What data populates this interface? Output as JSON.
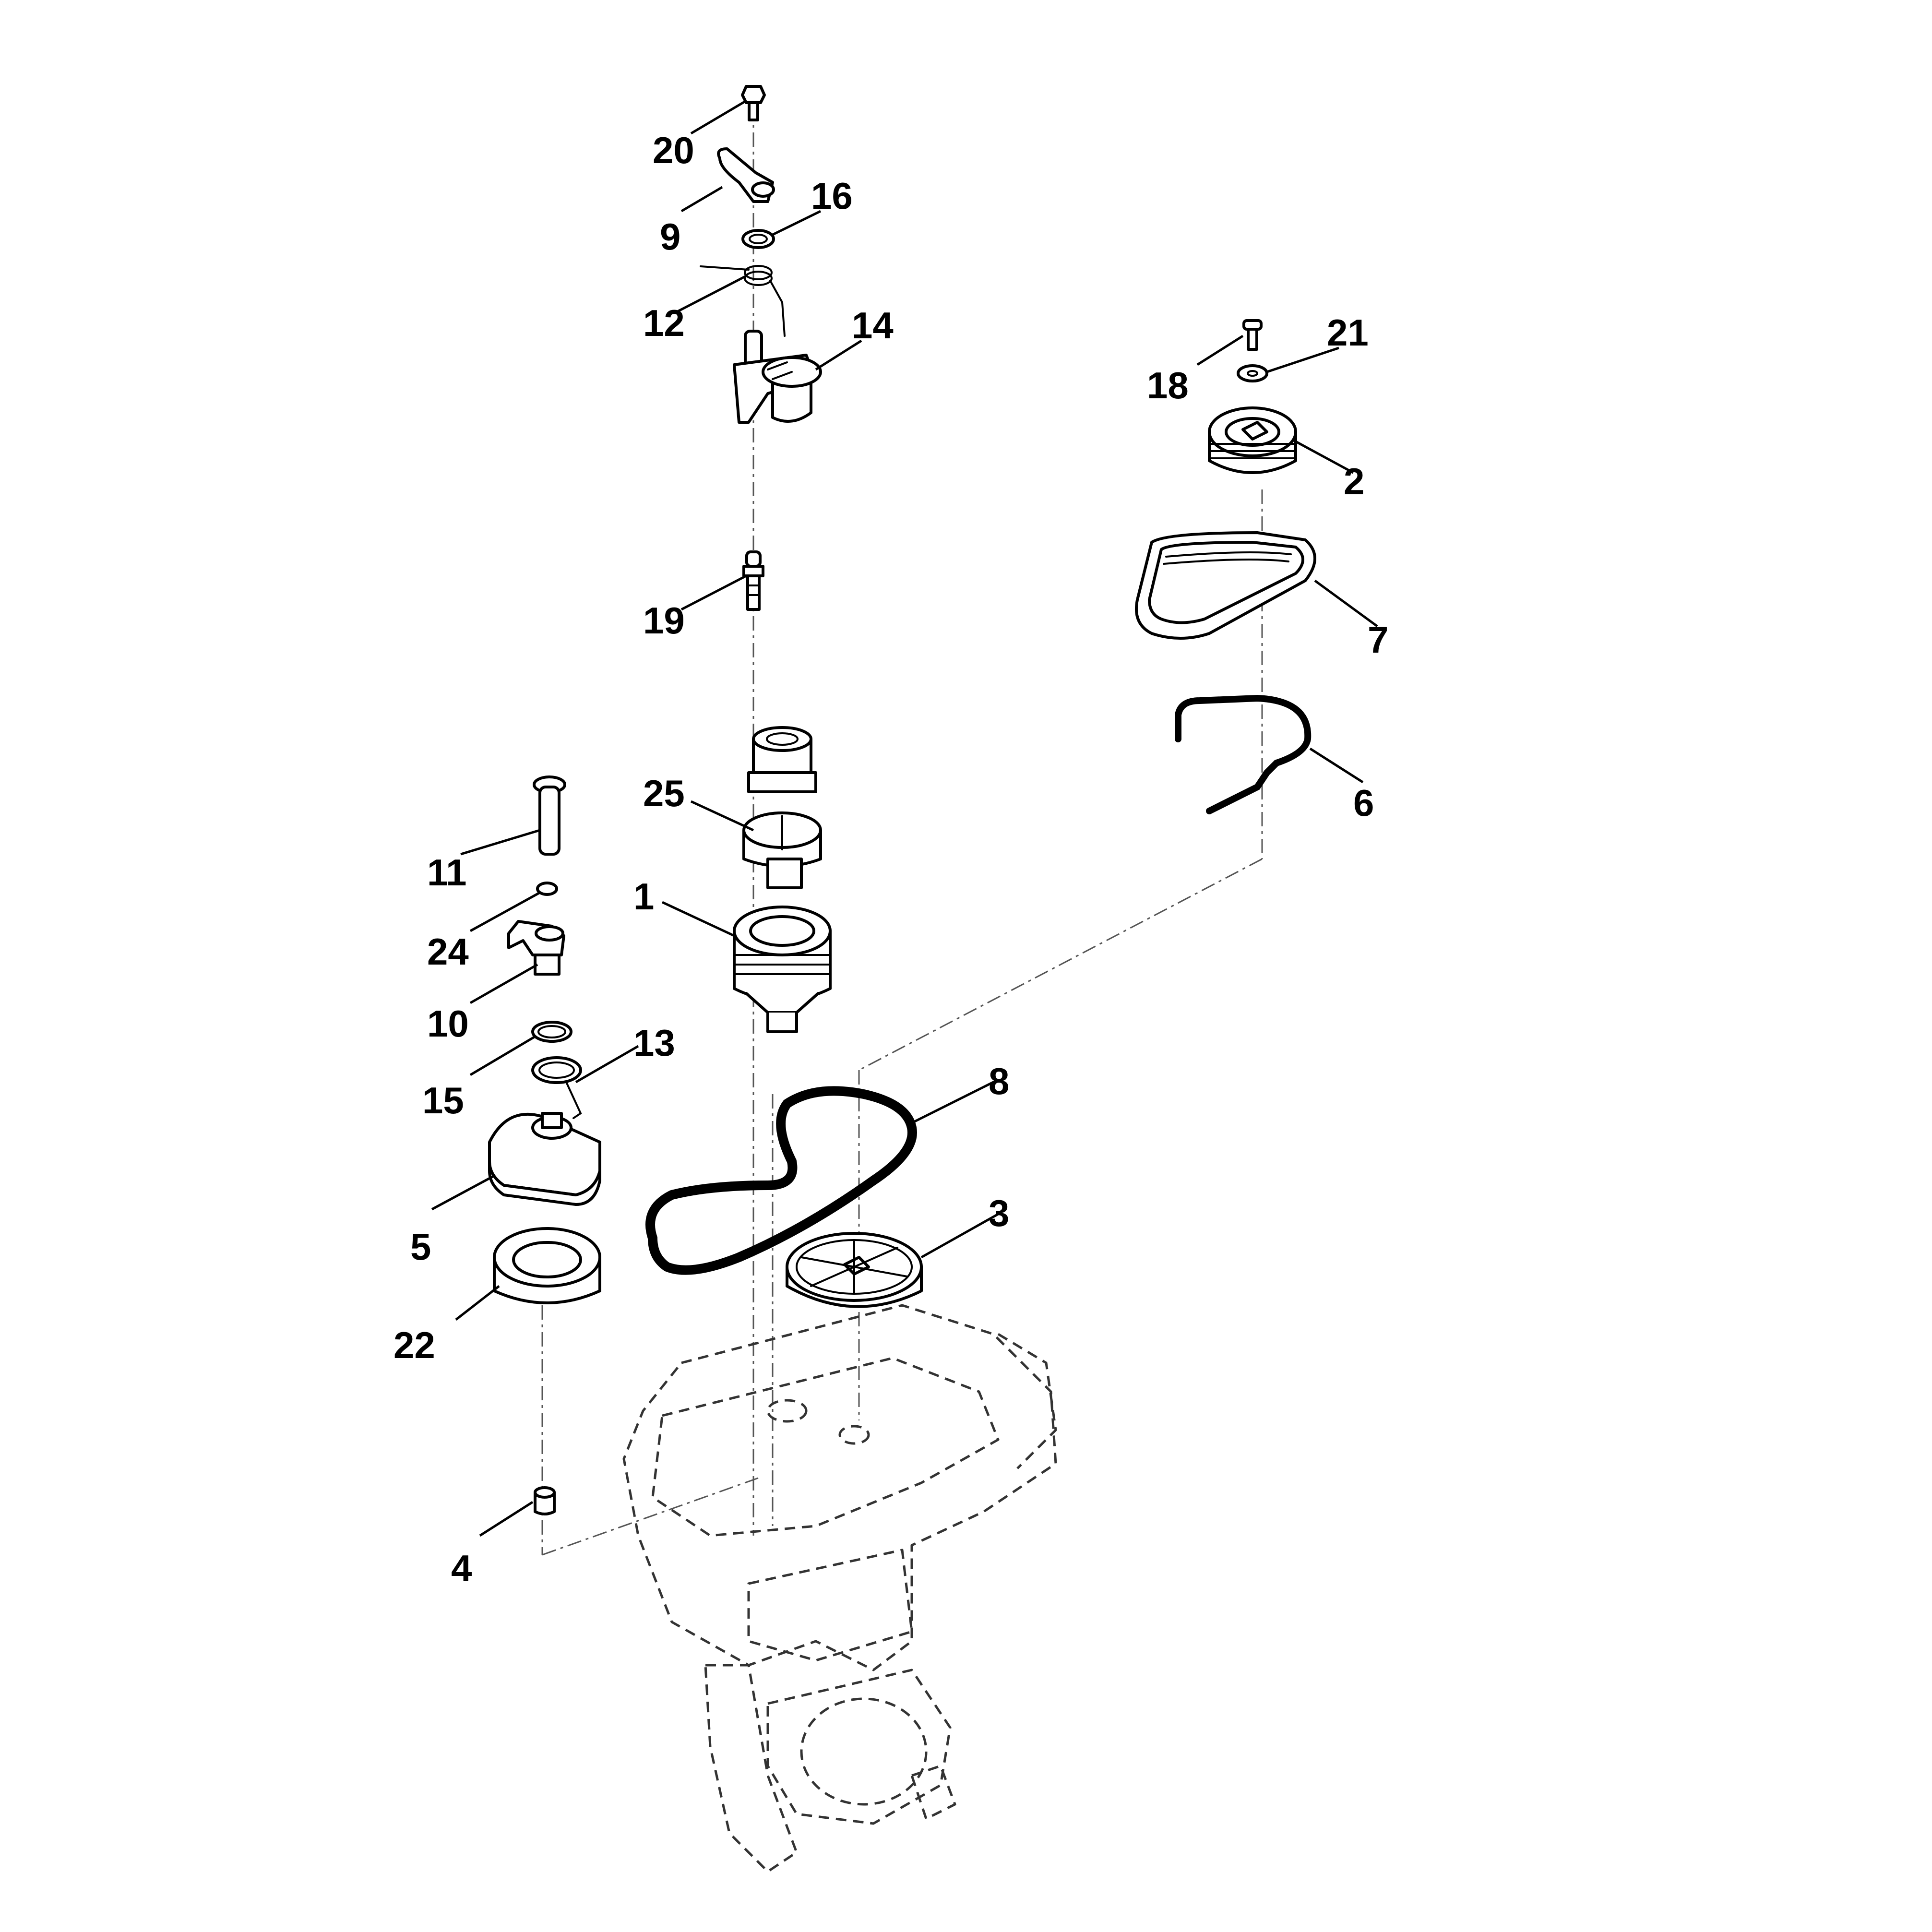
{
  "diagram": {
    "callouts": [
      "1",
      "2",
      "3",
      "4",
      "5",
      "6",
      "7",
      "8",
      "9",
      "10",
      "11",
      "12",
      "13",
      "14",
      "15",
      "16",
      "18",
      "19",
      "20",
      "21",
      "22",
      "24",
      "25"
    ]
  }
}
